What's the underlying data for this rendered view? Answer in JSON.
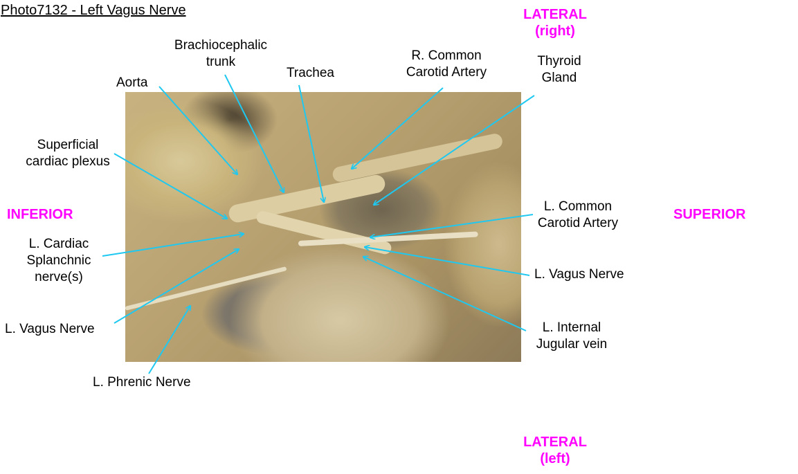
{
  "title": "Photo7132 - Left Vagus Nerve",
  "directions": {
    "lateral_right": [
      "LATERAL",
      "(right)"
    ],
    "lateral_left": [
      "LATERAL",
      "(left)"
    ],
    "inferior": "INFERIOR",
    "superior": "SUPERIOR",
    "color": "#ff00ff"
  },
  "arrow_color": "#1ec8f0",
  "labels": {
    "aorta": "Aorta",
    "brachiocephalic": [
      "Brachiocephalic",
      "trunk"
    ],
    "trachea": "Trachea",
    "r_common_carotid": [
      "R. Common",
      "Carotid Artery"
    ],
    "thyroid": [
      "Thyroid",
      "Gland"
    ],
    "superficial_plexus": [
      "Superficial",
      "cardiac plexus"
    ],
    "l_common_carotid": [
      "L. Common",
      "Carotid Artery"
    ],
    "l_cardiac_splanchnic": [
      "L. Cardiac",
      "Splanchnic",
      "nerve(s)"
    ],
    "l_vagus_right": "L. Vagus Nerve",
    "l_internal_jugular": [
      "L. Internal",
      "Jugular vein"
    ],
    "l_vagus_left": "L. Vagus Nerve",
    "l_phrenic": "L. Phrenic Nerve"
  }
}
